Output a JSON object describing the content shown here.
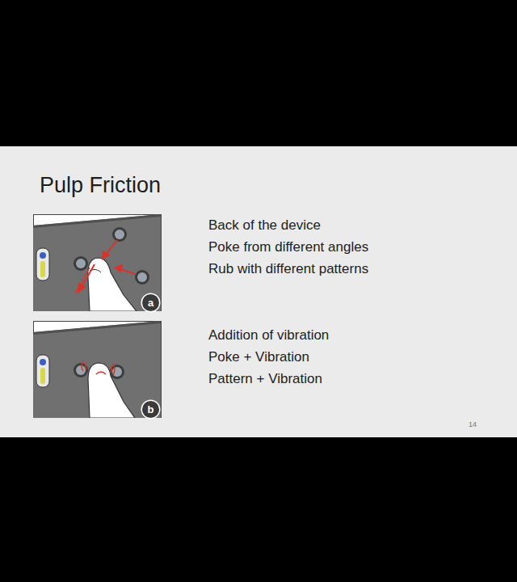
{
  "diagram": {
    "title": "Pulp Friction",
    "nodes": [
      {
        "text": [
          "a"
        ]
      },
      {
        "text": [
          "b"
        ]
      }
    ],
    "labels": [
      "Back of the device",
      "Poke from different angles",
      "Rub with different patterns",
      "Addition of vibration",
      "Poke + Vibration",
      "Pattern + Vibration",
      "14"
    ]
  }
}
